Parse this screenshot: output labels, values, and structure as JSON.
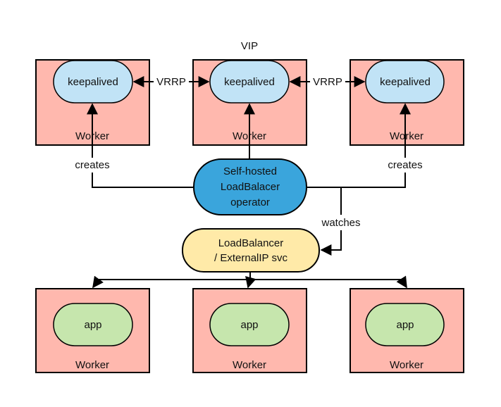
{
  "title_label": "VIP",
  "colors": {
    "worker_fill": "#ffb8ae",
    "keepalived_fill": "#c1e3f6",
    "operator_fill": "#3aa5dc",
    "service_fill": "#ffeaa8",
    "app_fill": "#c6e6ad",
    "stroke": "#000000"
  },
  "top_workers": [
    {
      "label": "Worker",
      "component": "keepalived"
    },
    {
      "label": "Worker",
      "component": "keepalived"
    },
    {
      "label": "Worker",
      "component": "keepalived"
    }
  ],
  "bottom_workers": [
    {
      "label": "Worker",
      "component": "app"
    },
    {
      "label": "Worker",
      "component": "app"
    },
    {
      "label": "Worker",
      "component": "app"
    }
  ],
  "vrrp_links": [
    "VRRP",
    "VRRP"
  ],
  "operator": {
    "lines": [
      "Self-hosted",
      "LoadBalacer",
      "operator"
    ]
  },
  "service": {
    "lines": [
      "LoadBalancer",
      "/ ExternalIP svc"
    ]
  },
  "edge_labels": {
    "creates_left": "creates",
    "creates_right": "creates",
    "watches": "watches"
  }
}
